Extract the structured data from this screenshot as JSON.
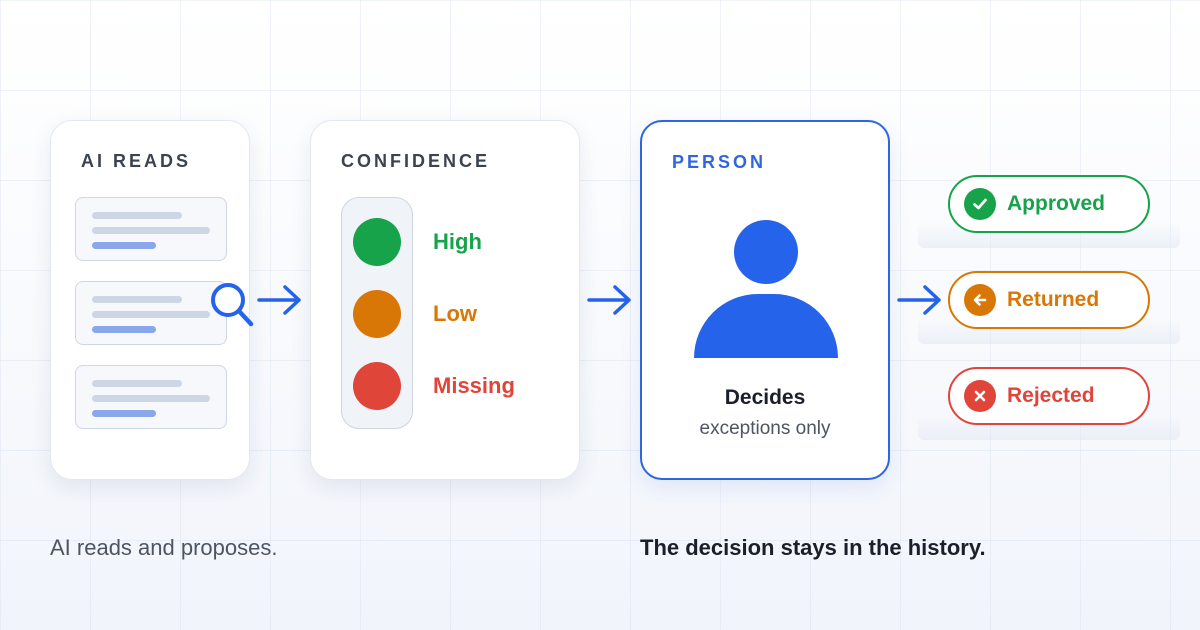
{
  "stages": {
    "reads": {
      "title": "AI READS"
    },
    "confidence": {
      "title": "CONFIDENCE",
      "levels": [
        {
          "label": "High",
          "color": "#16a34a"
        },
        {
          "label": "Low",
          "color": "#d97706"
        },
        {
          "label": "Missing",
          "color": "#e0453a"
        }
      ]
    },
    "person": {
      "title": "PERSON",
      "decision": "Decides",
      "note": "exceptions only"
    }
  },
  "outcomes": [
    {
      "label": "Approved",
      "icon": "check-icon",
      "color": "#16a34a"
    },
    {
      "label": "Returned",
      "icon": "arrow-left-icon",
      "color": "#d97706"
    },
    {
      "label": "Rejected",
      "icon": "x-icon",
      "color": "#e0453a"
    }
  ],
  "captions": {
    "left": "AI reads and proposes.",
    "right": "The decision stays in the history."
  },
  "colors": {
    "accent": "#2563eb",
    "text_dark": "#1b1f2a",
    "text_muted": "#4d5562"
  }
}
